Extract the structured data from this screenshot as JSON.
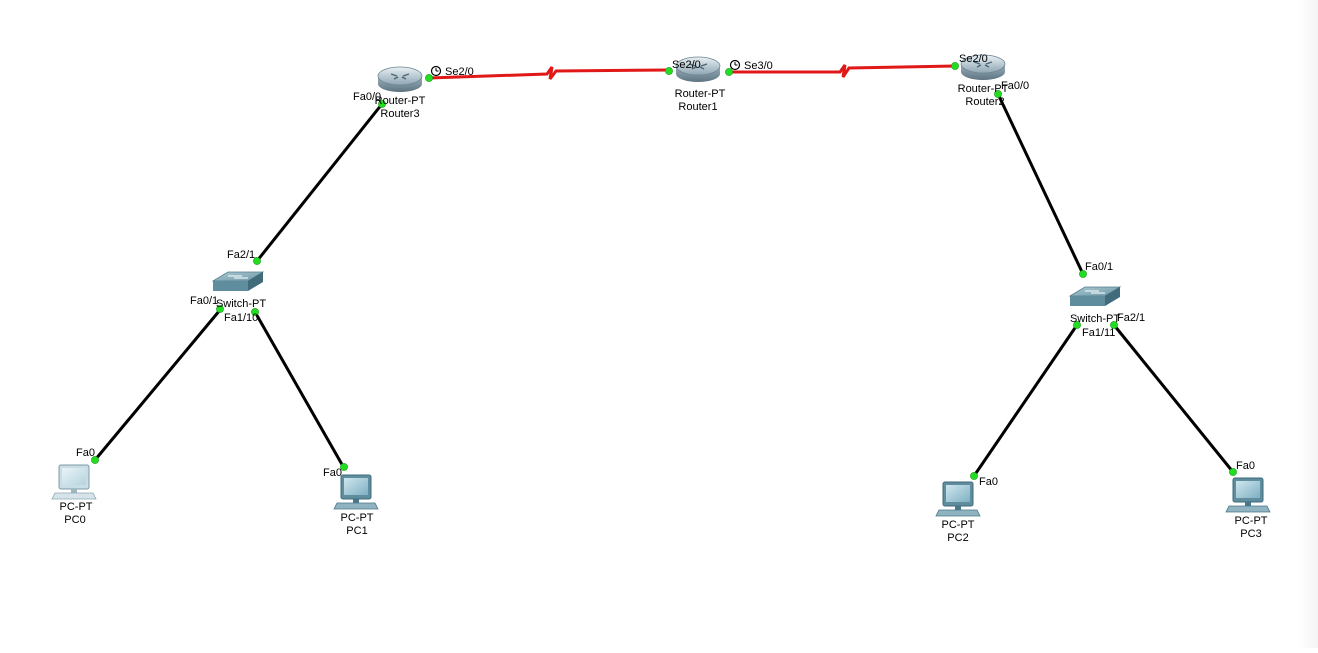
{
  "colors": {
    "serial_link": "#e01818",
    "ethernet_link": "#000000",
    "link_up_dot": "#22dd22",
    "background": "#ffffff"
  },
  "devices": {
    "router3": {
      "model": "Router-PT",
      "name": "Router3",
      "icon": "router-icon"
    },
    "router1": {
      "model": "Router-PT",
      "name": "Router1",
      "icon": "router-icon"
    },
    "router2": {
      "model": "Router-PT",
      "name": "Router2",
      "icon": "router-icon"
    },
    "switch_left": {
      "model": "Switch-PT",
      "icon": "switch-icon"
    },
    "switch_right": {
      "model": "Switch-PT",
      "icon": "switch-icon"
    },
    "pc0": {
      "model": "PC-PT",
      "name": "PC0",
      "icon": "pc-icon"
    },
    "pc1": {
      "model": "PC-PT",
      "name": "PC1",
      "icon": "pc-icon"
    },
    "pc2": {
      "model": "PC-PT",
      "name": "PC2",
      "icon": "pc-icon"
    },
    "pc3": {
      "model": "PC-PT",
      "name": "PC3",
      "icon": "pc-icon"
    }
  },
  "ports": {
    "r3_se": "Se2/0",
    "r3_fa": "Fa0/0",
    "r1_se_left": "Se2/0",
    "r1_se_right": "Se3/0",
    "r2_se": "Se2/0",
    "r2_fa": "Fa0/0",
    "swl_up": "Fa2/1",
    "swl_pc0": "Fa0/1",
    "swl_pc1": "Fa1/10",
    "swr_up": "Fa0/1",
    "swr_pc2": "Fa1/11",
    "swr_pc3": "Fa2/1",
    "pc0_fa": "Fa0",
    "pc1_fa": "Fa0",
    "pc2_fa": "Fa0",
    "pc3_fa": "Fa0"
  },
  "links": [
    {
      "from": "Router3",
      "to": "Router1",
      "type": "serial"
    },
    {
      "from": "Router1",
      "to": "Router2",
      "type": "serial"
    },
    {
      "from": "Router3",
      "to": "Switch-PT",
      "type": "ethernet"
    },
    {
      "from": "Router2",
      "to": "Switch-PT",
      "type": "ethernet"
    },
    {
      "from": "Switch-PT",
      "to": "PC0",
      "type": "ethernet"
    },
    {
      "from": "Switch-PT",
      "to": "PC1",
      "type": "ethernet"
    },
    {
      "from": "Switch-PT",
      "to": "PC2",
      "type": "ethernet"
    },
    {
      "from": "Switch-PT",
      "to": "PC3",
      "type": "ethernet"
    }
  ]
}
